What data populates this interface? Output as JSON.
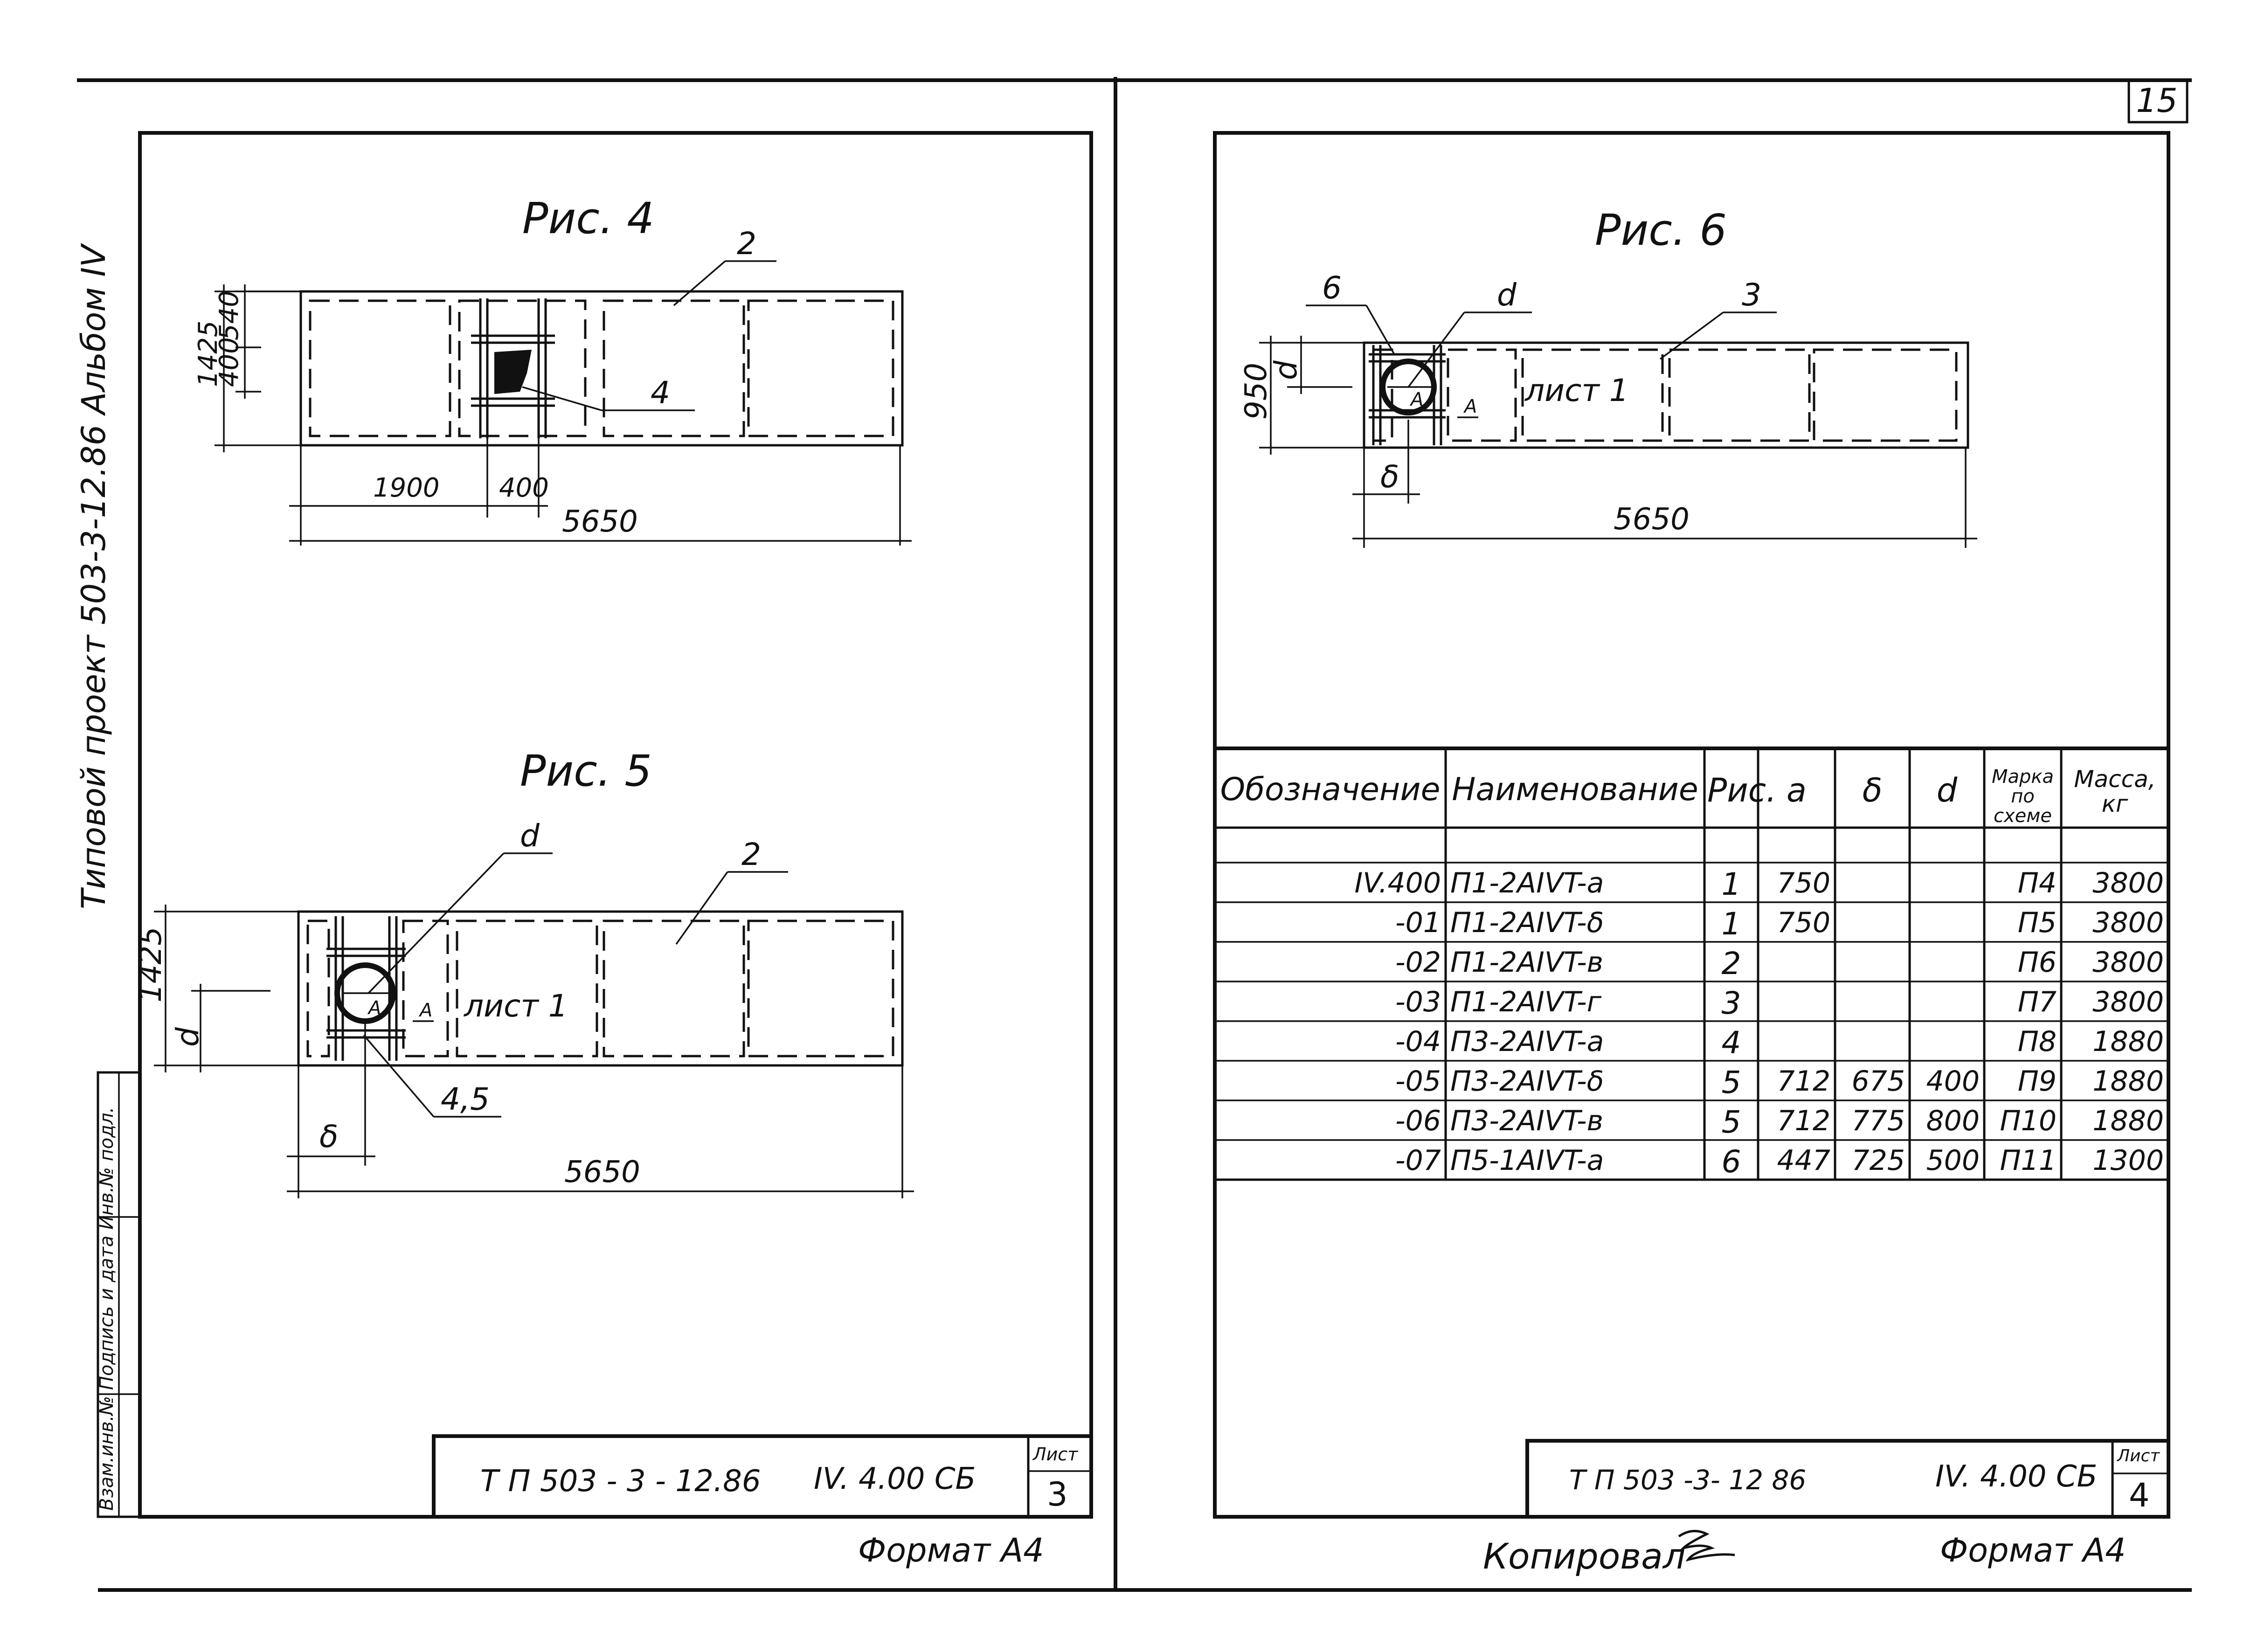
{
  "sheet_number": "15",
  "side_title": "Типовой проект 503-3-12.86  Альбом IV",
  "left_vertical_strip": "Взам.инв.№  Подпись и дата  Инв.№ подл.",
  "fig4": {
    "caption": "Рис. 4",
    "pos_2": "2",
    "pos_4": "4",
    "dim_height": "1425",
    "dim_400": "400",
    "dim_540": "540",
    "dim_1900": "1900",
    "dim_400b": "400",
    "dim_total": "5650"
  },
  "fig5": {
    "caption": "Рис. 5",
    "label_d": "d",
    "pos_2": "2",
    "pos_45": "4,5",
    "dim_height": "1425",
    "dim_d": "d",
    "dim_b": "δ",
    "dim_total": "5650",
    "sheet_ref": "лист 1",
    "label_A": "A"
  },
  "fig6": {
    "caption": "Рис. 6",
    "pos_6": "6",
    "label_d": "d",
    "pos_3": "3",
    "dim_950": "950",
    "dim_d": "d",
    "dim_b": "δ",
    "dim_total": "5650",
    "sheet_ref": "лист 1",
    "label_A": "A"
  },
  "table": {
    "headers": [
      "Обозначение",
      "Наименование",
      "Рис.",
      "а",
      "δ",
      "d",
      "Марка по схеме",
      "Масса, кг"
    ],
    "rows": [
      [
        "IV.400",
        "П1-2AIVT-а",
        "1",
        "750",
        "",
        "",
        "П4",
        "3800"
      ],
      [
        "-01",
        "П1-2AIVT-δ",
        "1",
        "750",
        "",
        "",
        "П5",
        "3800"
      ],
      [
        "-02",
        "П1-2AIVT-в",
        "2",
        "",
        "",
        "",
        "П6",
        "3800"
      ],
      [
        "-03",
        "П1-2AIVT-г",
        "3",
        "",
        "",
        "",
        "П7",
        "3800"
      ],
      [
        "-04",
        "П3-2AIVT-а",
        "4",
        "",
        "",
        "",
        "П8",
        "1880"
      ],
      [
        "-05",
        "П3-2AIVT-δ",
        "5",
        "712",
        "675",
        "400",
        "П9",
        "1880"
      ],
      [
        "-06",
        "П3-2AIVT-в",
        "5",
        "712",
        "775",
        "800",
        "П10",
        "1880"
      ],
      [
        "-07",
        "П5-1AIVT-а",
        "6",
        "447",
        "725",
        "500",
        "П11",
        "1300"
      ]
    ]
  },
  "stamp_left": {
    "project": "Т П  503 - 3 - 12.86",
    "code": "IV. 4.00  СБ",
    "sheet_label": "Лист",
    "sheet_no": "3"
  },
  "stamp_right": {
    "project": "Т П  503 -3- 12 86",
    "code": "IV. 4.00 СБ",
    "sheet_label": "Лист",
    "sheet_no": "4"
  },
  "footer_left": "Формат А4",
  "footer_right": "Формат А4",
  "copied_by": "Копировал"
}
